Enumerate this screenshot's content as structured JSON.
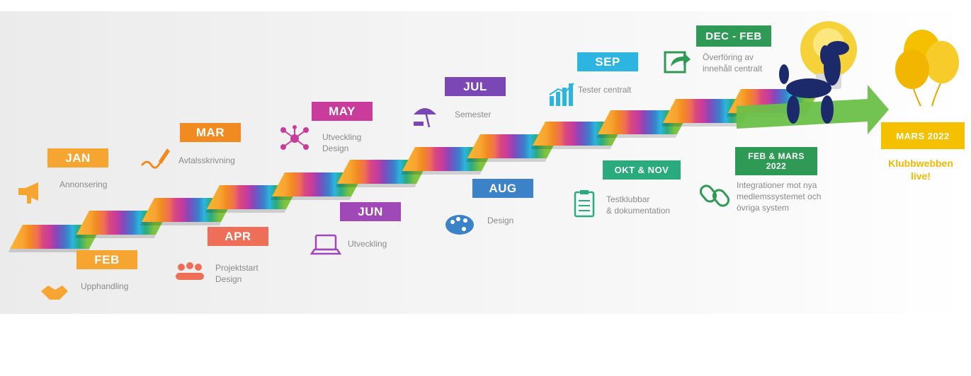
{
  "colors": {
    "orange": "#f7a531",
    "orange_dark": "#f28a22",
    "salmon": "#ef6e57",
    "magenta": "#c93c9b",
    "purple": "#7a47b5",
    "blue": "#3b82c8",
    "cyan": "#2bb5e0",
    "teal": "#2aab7e",
    "green": "#2f9a55",
    "lime": "#7dc241",
    "yellow": "#f5c000"
  },
  "milestones": [
    {
      "id": "jan",
      "label": "JAN",
      "description": "Annonsering",
      "icon": "megaphone-icon",
      "color": "#f7a531"
    },
    {
      "id": "feb",
      "label": "FEB",
      "description": "Upphandling",
      "icon": "handshake-icon",
      "color": "#f7a531"
    },
    {
      "id": "mar",
      "label": "MAR",
      "description": "Avtalsskrivning",
      "icon": "pen-sign-icon",
      "color": "#f28a22"
    },
    {
      "id": "apr",
      "label": "APR",
      "description": "Projektstart\nDesign",
      "icon": "team-meeting-icon",
      "color": "#ef6e57"
    },
    {
      "id": "may",
      "label": "MAY",
      "description": "Utveckling\nDesign",
      "icon": "network-icon",
      "color": "#c93c9b"
    },
    {
      "id": "jun",
      "label": "JUN",
      "description": "Utveckling",
      "icon": "laptop-icon",
      "color": "#a148b8"
    },
    {
      "id": "jul",
      "label": "JUL",
      "description": "Semester",
      "icon": "beach-umbrella-icon",
      "color": "#7a47b5"
    },
    {
      "id": "aug",
      "label": "AUG",
      "description": "Design",
      "icon": "palette-icon",
      "color": "#3b82c8"
    },
    {
      "id": "sep",
      "label": "SEP",
      "description": "Tester centralt",
      "icon": "bar-chart-icon",
      "color": "#2bb5e0"
    },
    {
      "id": "okt_nov",
      "label": "OKT & NOV",
      "description": "Testklubbar\n& dokumentation",
      "icon": "clipboard-icon",
      "color": "#2aab7e"
    },
    {
      "id": "dec_feb",
      "label": "DEC - FEB",
      "description": "Överföring av\ninnehåll centralt",
      "icon": "share-arrow-icon",
      "color": "#2f9a55"
    },
    {
      "id": "feb_mars",
      "label": "FEB & MARS\n2022",
      "description": "Integrationer mot nya\nmedlemssystemet och\növriga system",
      "icon": "chain-link-icon",
      "color": "#2f9a55"
    }
  ],
  "finale": {
    "label": "MARS 2022",
    "text": "Klubbwebben\nlive!",
    "color": "#f5c000"
  }
}
